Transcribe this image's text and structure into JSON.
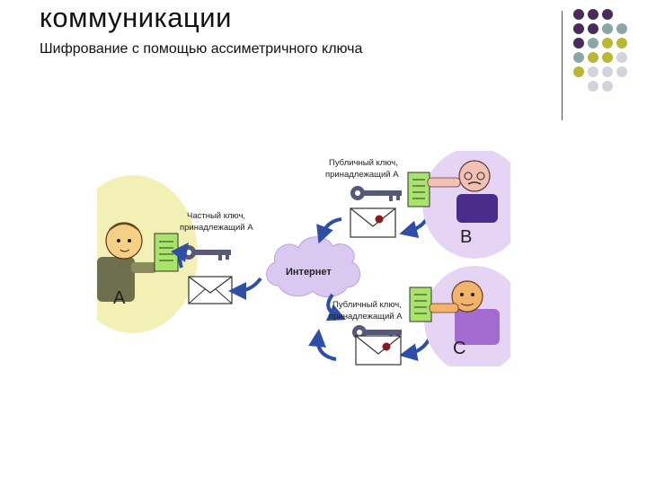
{
  "slide": {
    "title": "коммуникации",
    "subtitle": "Шифрование с помощью ассиметричного ключа"
  },
  "decoration": {
    "dot_colors": [
      [
        "#4a2a5e",
        "#4a2a5e",
        "#4a2a5e",
        null
      ],
      [
        "#4a2a5e",
        "#4a2a5e",
        "#8aa6a6",
        "#8aa6a6"
      ],
      [
        "#4a2a5e",
        "#8aa6a6",
        "#b8b832",
        "#b8b832"
      ],
      [
        "#8aa6a6",
        "#b8b832",
        "#b8b832",
        "#d3d3dc"
      ],
      [
        "#b8b832",
        "#d3d3dc",
        "#d3d3dc",
        "#d3d3dc"
      ],
      [
        null,
        "#d3d3dc",
        "#d3d3dc",
        null
      ]
    ]
  },
  "diagram": {
    "public_key_b_line1": "Публичный ключ,",
    "public_key_b_line2": "принадлежащий А",
    "private_key_line1": "Частный ключ,",
    "private_key_line2": "принадлежащий А",
    "public_key_c_line1": "Публичный ключ,",
    "public_key_c_line2": "принадлежащий А",
    "internet_label": "Интернет",
    "person_a": "A",
    "person_b": "B",
    "person_c": "C"
  },
  "colors": {
    "purple": "#4a2a5e",
    "teal": "#8aa6a6",
    "olive": "#b8b832",
    "light_gray": "#d3d3dc",
    "cloud": "#d9c8ef",
    "arrow": "#2e4fa8",
    "key": "#585878",
    "seal": "#8b1a1a",
    "doc_green": "#a8e36a",
    "halo_yellow": "#f3f0b6",
    "halo_purple": "#e6d4f5"
  }
}
